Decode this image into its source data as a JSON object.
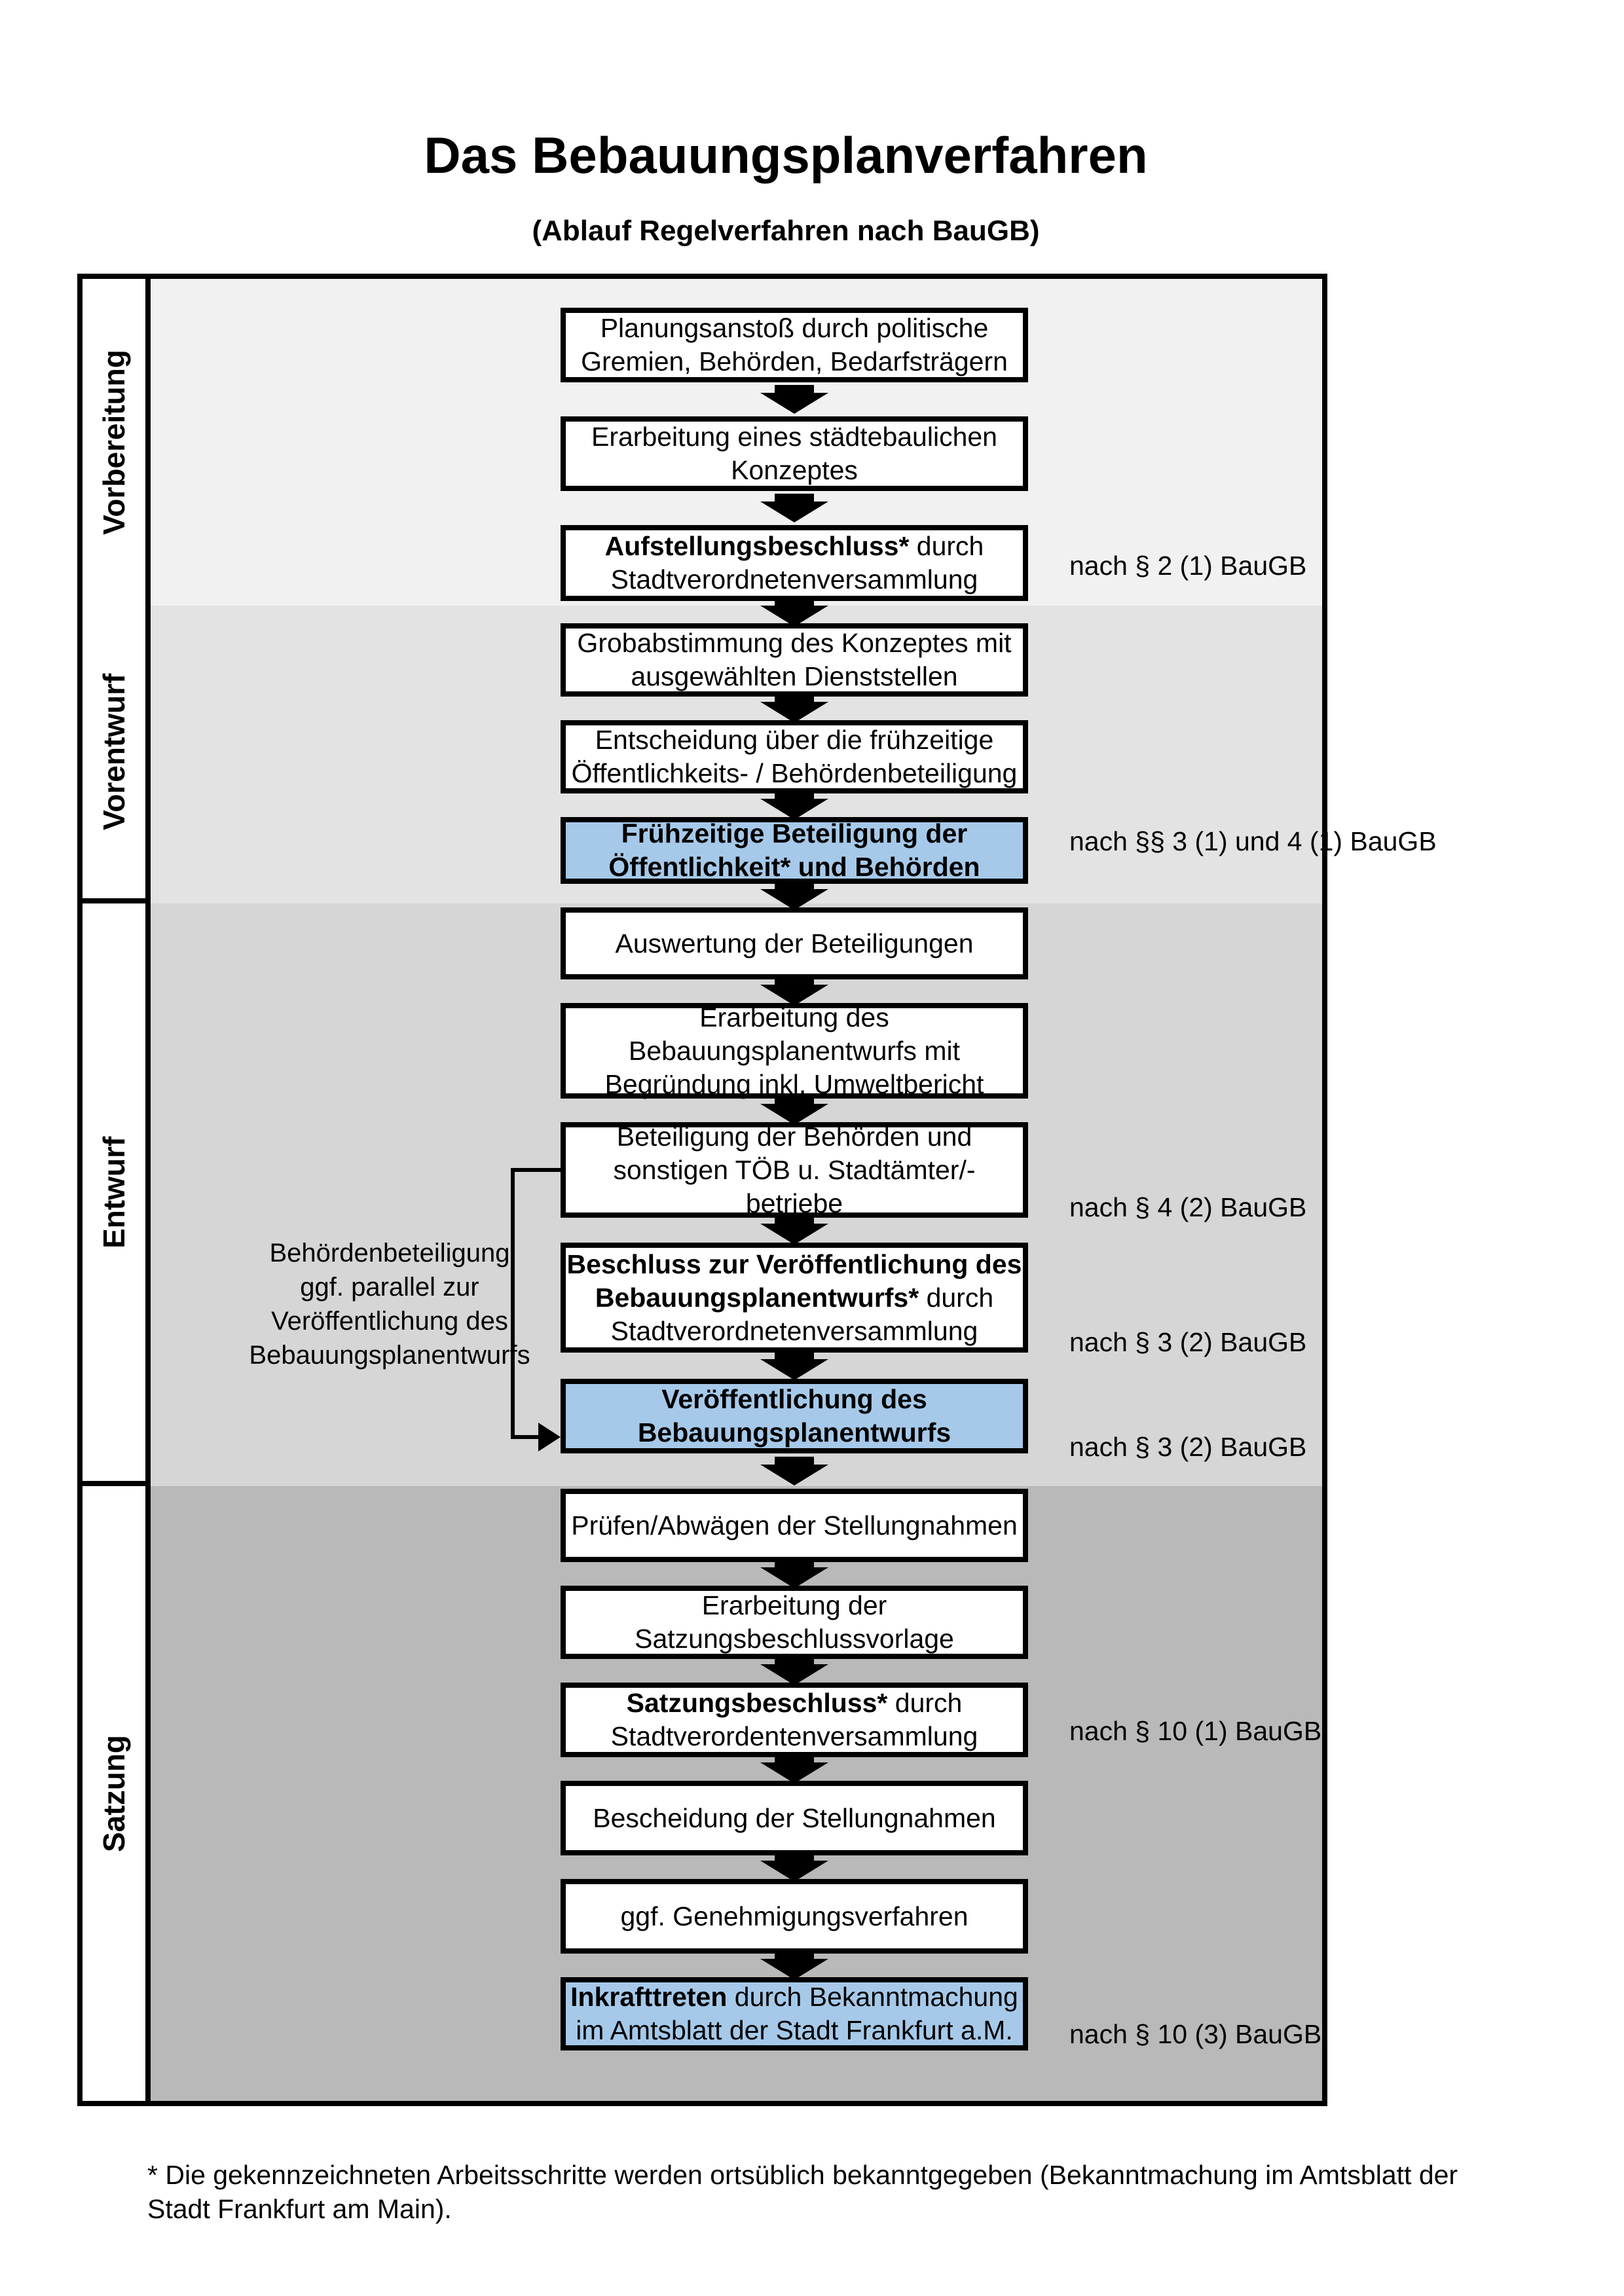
{
  "title": "Das Bebauungsplanverfahren",
  "subtitle": "(Ablauf Regelverfahren nach BauGB)",
  "phases": [
    {
      "label": "Vorbereitung"
    },
    {
      "label": "Vorentwurf"
    },
    {
      "label": "Entwurf"
    },
    {
      "label": "Satzung"
    }
  ],
  "boxes": {
    "b1": {
      "l1": "Planungsanstoß durch politische",
      "l2": "Gremien, Behörden, Bedarfsträgern"
    },
    "b2": {
      "l1": "Erarbeitung eines städtebaulichen",
      "l2": "Konzeptes"
    },
    "b3": {
      "l1b": "Aufstellungsbeschluss*",
      "l1r": " durch",
      "l2": "Stadtverordnetenversammlung"
    },
    "b4": {
      "l1": "Grobabstimmung des Konzeptes mit",
      "l2": "ausgewählten Dienststellen"
    },
    "b5": {
      "l1": "Entscheidung über die frühzeitige",
      "l2": "Öffentlichkeits- / Behördenbeteiligung"
    },
    "b6": {
      "l1": "Frühzeitige Beteiligung der",
      "l2": "Öffentlichkeit* und Behörden"
    },
    "b7": {
      "l1": "Auswertung der Beteiligungen"
    },
    "b8": {
      "l1": "Erarbeitung des",
      "l2": "Bebauungsplanentwurfs mit",
      "l3": "Begründung inkl. Umweltbericht"
    },
    "b9": {
      "l1": "Beteiligung der Behörden und",
      "l2": "sonstigen TÖB u. Stadtämter/-betriebe"
    },
    "b10": {
      "l1b": "Beschluss zur Veröffentlichung des",
      "l2b": "Bebauungsplanentwurfs*",
      "l2r": " durch",
      "l3": "Stadtverordnetenversammlung"
    },
    "b11": {
      "l1": "Veröffentlichung des",
      "l2": "Bebauungsplanentwurfs"
    },
    "b12": {
      "l1": "Prüfen/Abwägen der Stellungnahmen"
    },
    "b13": {
      "l1": "Erarbeitung der",
      "l2": "Satzungsbeschlussvorlage"
    },
    "b14": {
      "l1b": "Satzungsbeschluss*",
      "l1r": " durch",
      "l2": "Stadtverordentenversammlung"
    },
    "b15": {
      "l1": "Bescheidung der Stellungnahmen"
    },
    "b16": {
      "l1": "ggf. Genehmigungsverfahren"
    },
    "b17": {
      "l1b": "Inkrafttreten",
      "l1r": " durch Bekanntmachung",
      "l2": "im Amtsblatt der Stadt Frankfurt a.M."
    }
  },
  "references": [
    {
      "text": "nach § 2 (1) BauGB"
    },
    {
      "text": "nach §§ 3 (1) und 4 (1) BauGB"
    },
    {
      "text": "nach § 4 (2) BauGB"
    },
    {
      "text": "nach § 3 (2) BauGB"
    },
    {
      "text": "nach § 3 (2) BauGB"
    },
    {
      "text": "nach § 10 (1) BauGB"
    },
    {
      "text": "nach § 10 (3) BauGB"
    }
  ],
  "annotation": {
    "l1": "Behördenbeteiligung",
    "l2": "ggf. parallel zur",
    "l3": "Veröffentlichung des",
    "l4": "Bebauungsplanentwurfs"
  },
  "footnote": "* Die gekennzeichneten Arbeitsschritte werden ortsüblich bekanntgegeben (Bekanntmachung im Amtsblatt  der Stadt Frankfurt am Main).",
  "colors": {
    "s1_bg": "#f1f1f1",
    "s2_bg": "#e3e3e3",
    "s3_bg": "#d6d6d6",
    "s4_bg": "#b9b9b9",
    "highlight_blue": "#a6c9e9",
    "ink": "#000000"
  }
}
